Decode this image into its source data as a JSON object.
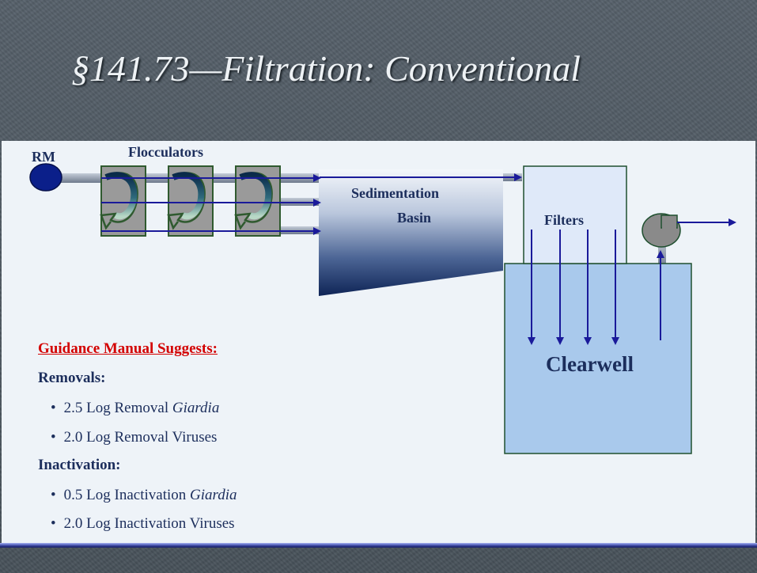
{
  "slide": {
    "title": "§141.73—Filtration:  Conventional"
  },
  "diagram": {
    "raw_water_label": "RM",
    "flocculators_label": "Flocculators",
    "sedimentation_label_line1": "Sedimentation",
    "sedimentation_label_line2": "Basin",
    "filters_label": "Filters",
    "clearwell_label": "Clearwell"
  },
  "guidance": {
    "heading": "Guidance Manual Suggests:",
    "removals_heading": "Removals:",
    "removals": [
      {
        "prefix": "2.5 Log Removal ",
        "organism": "Giardia"
      },
      {
        "prefix": "2.0 Log Removal Viruses",
        "organism": ""
      }
    ],
    "inactivation_heading": "Inactivation:",
    "inactivation": [
      {
        "prefix": "0.5 Log Inactivation ",
        "organism": "Giardia"
      },
      {
        "prefix": "2.0 Log Inactivation Viruses",
        "organism": ""
      }
    ]
  },
  "colors": {
    "text_navy": "#1c2e5c",
    "heading_red": "#d30000",
    "arrow_blue": "#1a1a9a",
    "clearwell_fill": "#a9c9ec",
    "filters_fill": "#dfe9f9",
    "flocculator_fill": "#9a9a9a"
  }
}
